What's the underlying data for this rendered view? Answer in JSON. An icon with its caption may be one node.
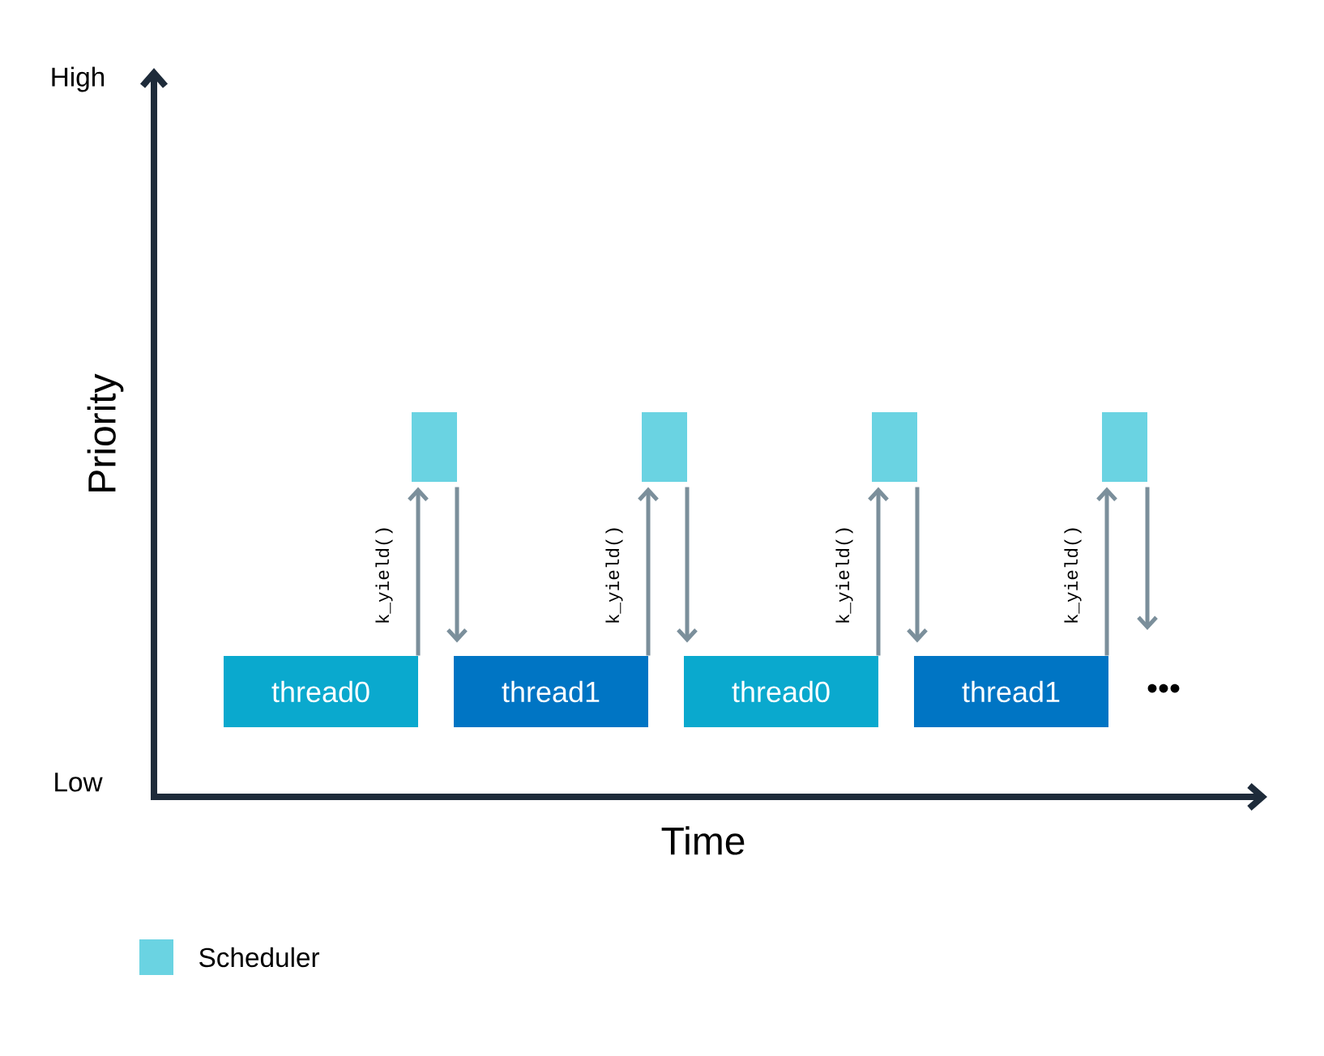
{
  "diagram": {
    "nodes": [
      {
        "text": [
          "thread0"
        ]
      },
      {
        "text": [
          "thread1"
        ]
      },
      {
        "text": [
          "thread0"
        ]
      },
      {
        "text": [
          "thread1"
        ]
      },
      {
        "text": [],
        "shape": "box"
      },
      {
        "text": [],
        "shape": "box"
      },
      {
        "text": [],
        "shape": "box"
      },
      {
        "text": [],
        "shape": "box"
      }
    ],
    "edges": [
      {
        "from": 0,
        "to": 4,
        "arrow": "to",
        "label": "k_yield()"
      },
      {
        "from": 4,
        "to": 1,
        "arrow": "to"
      },
      {
        "from": 1,
        "to": 5,
        "arrow": "to",
        "label": "k_yield()"
      },
      {
        "from": 5,
        "to": 2,
        "arrow": "to"
      },
      {
        "from": 2,
        "to": 6,
        "arrow": "to",
        "label": "k_yield()"
      },
      {
        "from": 6,
        "to": 3,
        "arrow": "to"
      },
      {
        "from": 3,
        "to": 7,
        "arrow": "to",
        "label": "k_yield()"
      },
      {
        "from": 7,
        "to": null,
        "arrow": "to"
      }
    ],
    "labels": [
      "High",
      "Priority",
      "Low",
      "Time",
      "•••"
    ],
    "legend": [
      {
        "text": "Scheduler",
        "color": "#6ad3e2"
      }
    ]
  }
}
